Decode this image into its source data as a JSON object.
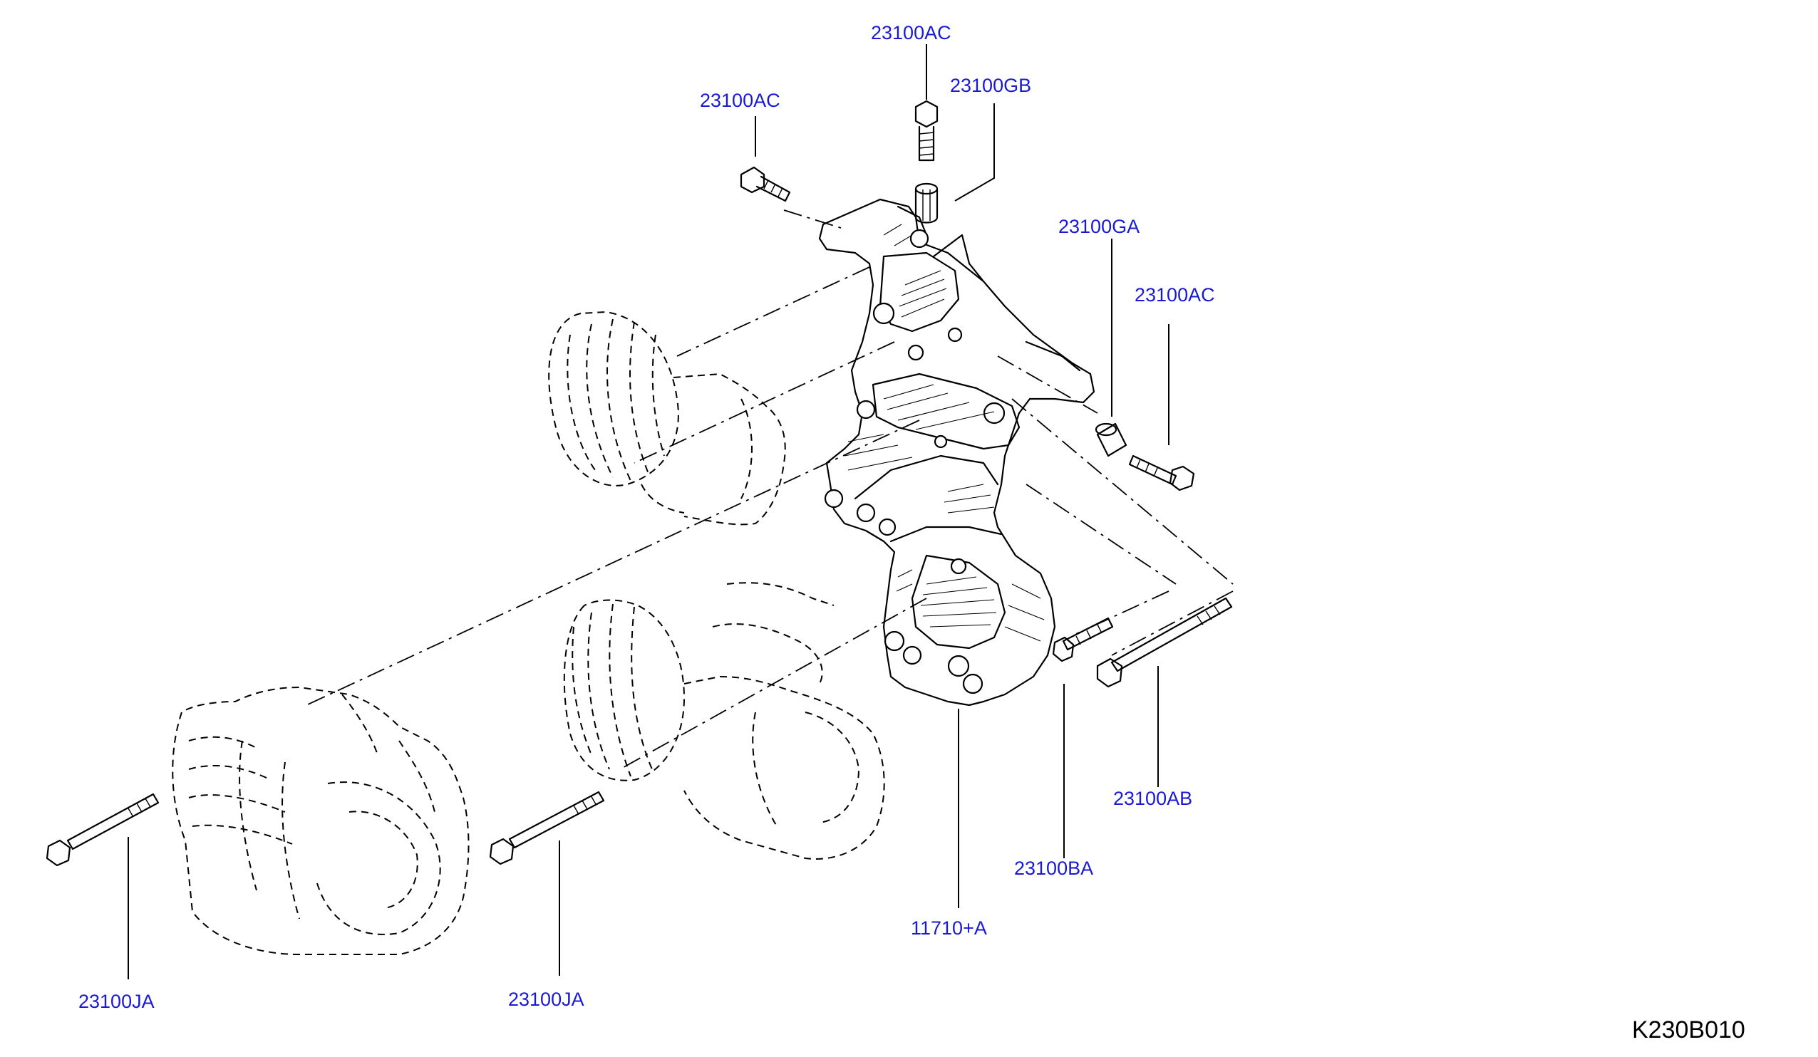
{
  "diagram": {
    "drawing_code": "K230B010",
    "callouts": [
      {
        "id": "c1",
        "label": "23100AC"
      },
      {
        "id": "c2",
        "label": "23100AC"
      },
      {
        "id": "c3",
        "label": "23100GB"
      },
      {
        "id": "c4",
        "label": "23100GA"
      },
      {
        "id": "c5",
        "label": "23100AC"
      },
      {
        "id": "c6",
        "label": "23100AB"
      },
      {
        "id": "c7",
        "label": "23100BA"
      },
      {
        "id": "c8",
        "label": "11710+A"
      },
      {
        "id": "c9",
        "label": "23100JA"
      },
      {
        "id": "c10",
        "label": "23100JA"
      }
    ]
  }
}
